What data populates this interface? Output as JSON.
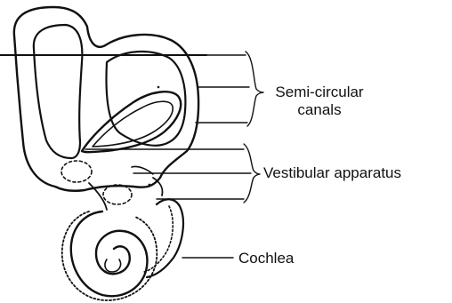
{
  "labels": {
    "semicircular_line1": "Semi-circular",
    "semicircular_line2": "canals",
    "vestibular": "Vestibular apparatus",
    "cochlea": "Cochlea"
  },
  "colors": {
    "ink": "#111111",
    "background": "#ffffff"
  }
}
